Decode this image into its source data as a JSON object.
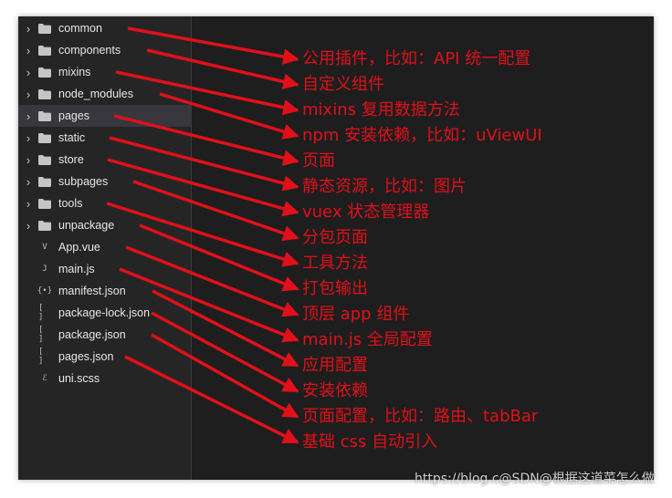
{
  "explorer": {
    "items": [
      {
        "label": "common",
        "kind": "folder",
        "icon": "folder-icon"
      },
      {
        "label": "components",
        "kind": "folder",
        "icon": "folder-icon"
      },
      {
        "label": "mixins",
        "kind": "folder",
        "icon": "folder-icon"
      },
      {
        "label": "node_modules",
        "kind": "folder",
        "icon": "folder-icon"
      },
      {
        "label": "pages",
        "kind": "folder",
        "icon": "folder-icon",
        "selected": true
      },
      {
        "label": "static",
        "kind": "folder",
        "icon": "folder-icon"
      },
      {
        "label": "store",
        "kind": "folder",
        "icon": "folder-icon"
      },
      {
        "label": "subpages",
        "kind": "folder",
        "icon": "folder-icon"
      },
      {
        "label": "tools",
        "kind": "folder",
        "icon": "folder-icon"
      },
      {
        "label": "unpackage",
        "kind": "folder",
        "icon": "folder-icon"
      },
      {
        "label": "App.vue",
        "kind": "file",
        "icon": "vue-file-icon",
        "glyph": "V"
      },
      {
        "label": "main.js",
        "kind": "file",
        "icon": "js-file-icon",
        "glyph": "J"
      },
      {
        "label": "manifest.json",
        "kind": "file",
        "icon": "manifest-file-icon",
        "glyph": "{•}"
      },
      {
        "label": "package-lock.json",
        "kind": "file",
        "icon": "json-file-icon",
        "glyph": "[ ]"
      },
      {
        "label": "package.json",
        "kind": "file",
        "icon": "json-file-icon",
        "glyph": "[ ]"
      },
      {
        "label": "pages.json",
        "kind": "file",
        "icon": "json-file-icon",
        "glyph": "[ ]"
      },
      {
        "label": "uni.scss",
        "kind": "file",
        "icon": "scss-file-icon",
        "glyph": "ℰ"
      }
    ]
  },
  "annotations": [
    "公用插件，比如：API 统一配置",
    "自定义组件",
    "mixins 复用数据方法",
    "npm 安装依赖，比如：uViewUI",
    "页面",
    "静态资源，比如：图片",
    "vuex 状态管理器",
    "分包页面",
    "工具方法",
    "打包输出",
    "顶层 app 组件",
    "main.js 全局配置",
    "应用配置",
    "安装依赖",
    "页面配置，比如：路由、tabBar",
    "基础 css 自动引入"
  ],
  "watermark": "https://blog.c@SDN@根据这道菜怎么做",
  "colors": {
    "background": "#1e1e1e",
    "sidebar": "#252526",
    "selected_row": "#37373d",
    "annotation_red": "#e0101a",
    "folder": "#c5c5c5"
  }
}
